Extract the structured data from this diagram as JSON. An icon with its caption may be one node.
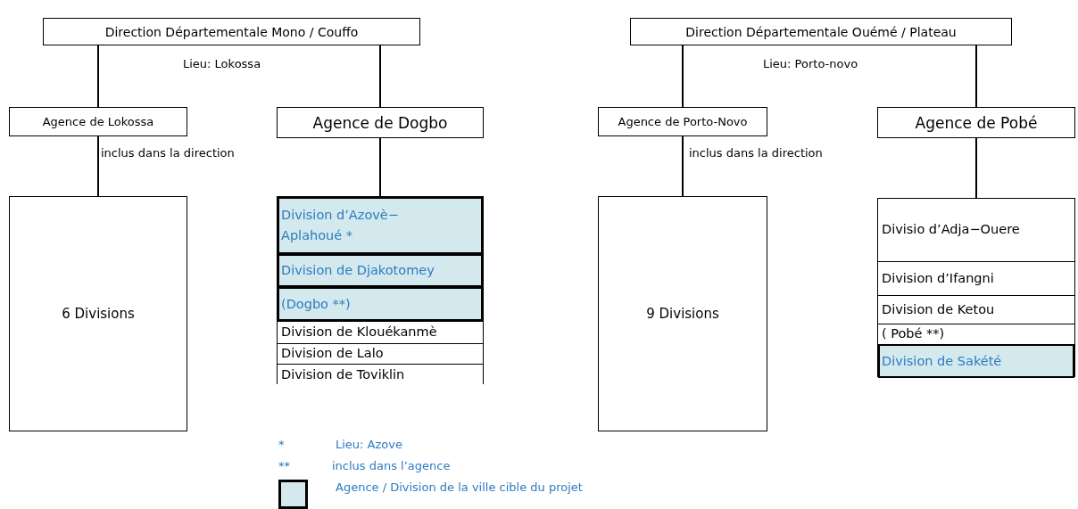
{
  "diagram": {
    "nodes": [
      {
        "text": [
          "Direction Départementale Mono / Couffo"
        ],
        "beside": [
          "Lieu: Lokossa"
        ]
      },
      {
        "text": [
          "Agence de Lokossa"
        ],
        "beside": [
          "inclus dans la direction"
        ]
      },
      {
        "text": [
          "Agence de Dogbo"
        ]
      },
      {
        "text": [
          "6 Divisions"
        ]
      },
      {
        "text": [],
        "shape": "box"
      },
      {
        "text": [
          "Division d’Azovè− Aplahoué *"
        ],
        "in": 4
      },
      {
        "text": [
          "Division de Djakotomey"
        ],
        "in": 4
      },
      {
        "text": [
          "(Dogbo **)"
        ],
        "in": 4
      },
      {
        "text": [
          "Division de Klouékanmè"
        ],
        "in": 4
      },
      {
        "text": [
          "Division de Lalo"
        ],
        "in": 4
      },
      {
        "text": [
          "Division de Toviklin"
        ],
        "in": 4
      },
      {
        "text": [
          "Direction Départementale Ouémé / Plateau"
        ],
        "beside": [
          "Lieu: Porto-novo"
        ]
      },
      {
        "text": [
          "Agence de Porto-Novo"
        ],
        "beside": [
          "inclus dans la direction"
        ]
      },
      {
        "text": [
          "Agence de Pobé"
        ]
      },
      {
        "text": [
          "9 Divisions"
        ]
      },
      {
        "text": [],
        "shape": "box"
      },
      {
        "text": [
          "Divisio d’Adja−Ouere"
        ],
        "in": 15
      },
      {
        "text": [
          "Division d’Ifangni"
        ],
        "in": 15
      },
      {
        "text": [
          "Division de Ketou"
        ],
        "in": 15
      },
      {
        "text": [
          "( Pobé **)"
        ],
        "in": 15
      },
      {
        "text": [
          "Division de Sakété"
        ],
        "in": 15
      }
    ],
    "edges": [
      {
        "from": 0,
        "to": 1,
        "arrow": "none"
      },
      {
        "from": 0,
        "to": 2,
        "arrow": "none"
      },
      {
        "from": 1,
        "to": 3,
        "arrow": "none"
      },
      {
        "from": 2,
        "to": 4,
        "arrow": "none"
      },
      {
        "from": 11,
        "to": 12,
        "arrow": "none"
      },
      {
        "from": 11,
        "to": 13,
        "arrow": "none"
      },
      {
        "from": 12,
        "to": 14,
        "arrow": "none"
      },
      {
        "from": 13,
        "to": 15,
        "arrow": "none"
      }
    ],
    "labels": [
      "*",
      "Lieu: Azove",
      "**",
      "inclus dans l’agence"
    ],
    "legend": [
      {
        "text": "Agence / Division de la ville cible du projet",
        "color": "#d3e9ee"
      }
    ]
  }
}
